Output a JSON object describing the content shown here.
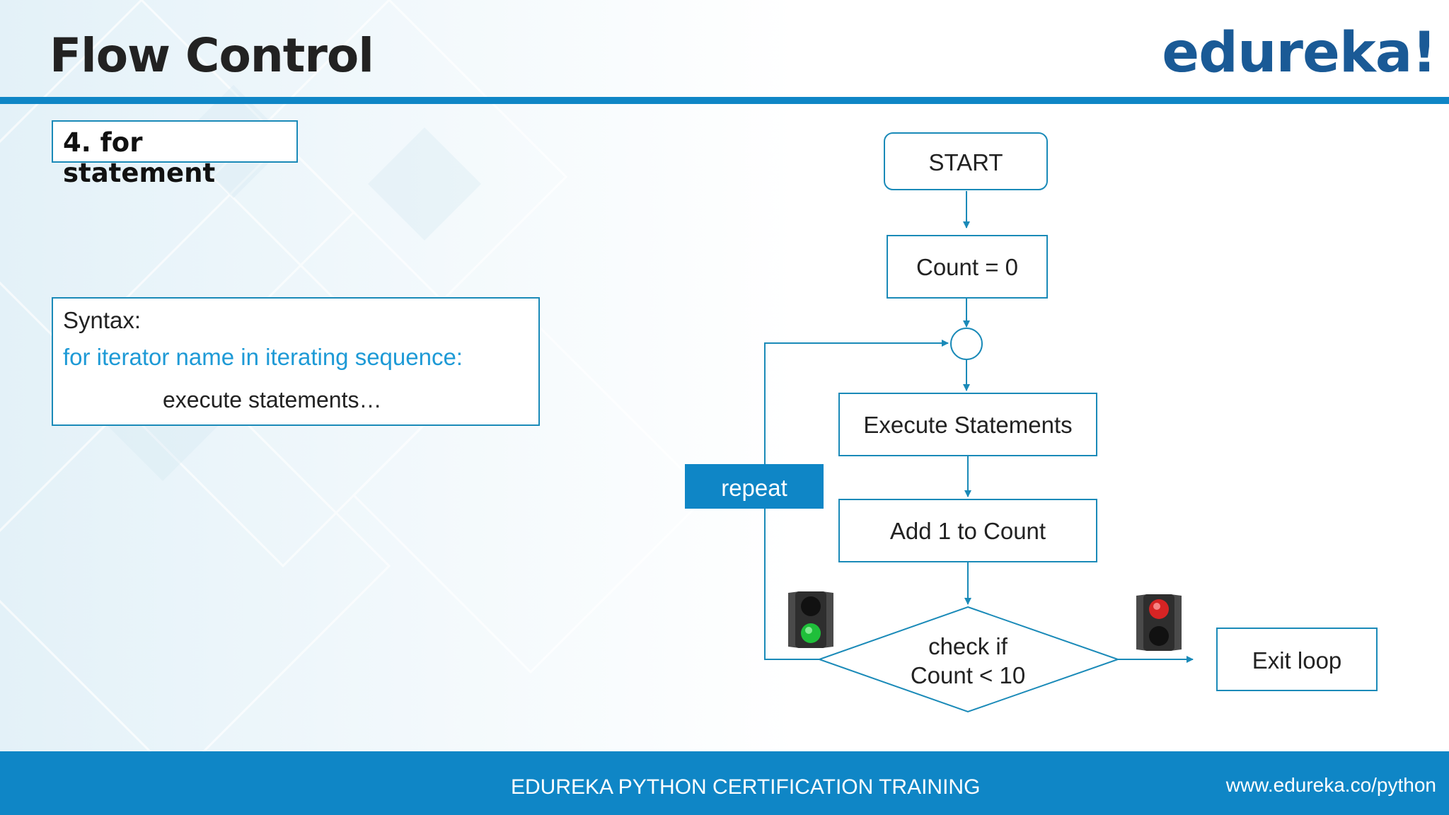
{
  "slide": {
    "title": "Flow Control",
    "logo": "edureka!",
    "section_label": "4. for statement"
  },
  "syntax": {
    "label": "Syntax:",
    "line1": "for iterator name in iterating sequence:",
    "line2": "execute statements…"
  },
  "flowchart": {
    "start": "START",
    "init": "Count = 0",
    "execute": "Execute Statements",
    "increment": "Add 1 to Count",
    "check_line1": "check if",
    "check_line2": "Count < 10",
    "exit": "Exit loop",
    "repeat": "repeat"
  },
  "footer": {
    "center": "EDUREKA PYTHON CERTIFICATION TRAINING",
    "url": "www.edureka.co/python"
  },
  "colors": {
    "accent": "#0f86c6",
    "border": "#1a8ab8",
    "logo": "#1a5a96",
    "syntax_code": "#1e9ad6"
  },
  "icons": [
    "traffic-light-green-icon",
    "traffic-light-red-icon"
  ]
}
